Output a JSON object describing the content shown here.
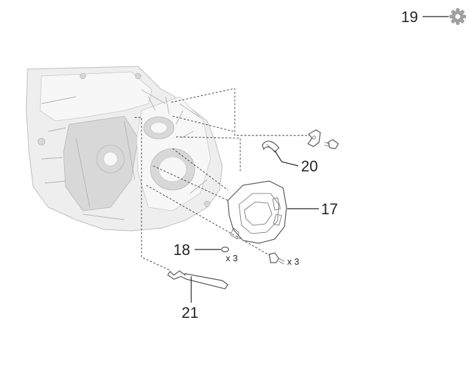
{
  "callouts": {
    "c17": "17",
    "c18": "18",
    "c19": "19",
    "c20": "20",
    "c21": "21"
  },
  "quantities": {
    "q18": "x 3",
    "q17bolt": "x 3"
  },
  "icons": {
    "settings": "gear-icon"
  },
  "colors": {
    "text": "#222222",
    "icon": "#a0a0a0",
    "housing": "#eeeeee"
  }
}
